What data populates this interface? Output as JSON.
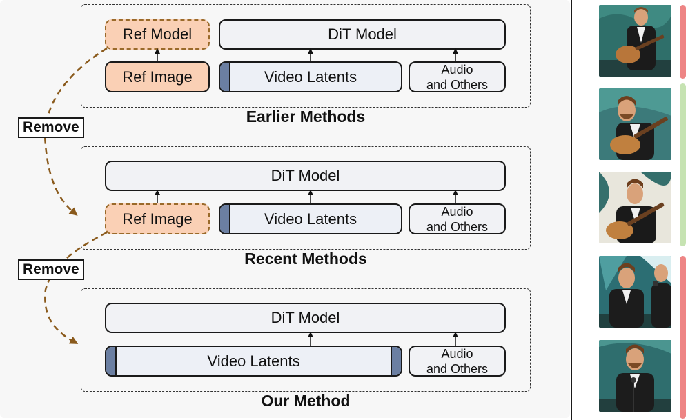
{
  "panels": {
    "earlier": {
      "ref_model": "Ref Model",
      "dit_model": "DiT Model",
      "ref_image": "Ref Image",
      "video_latents": "Video Latents",
      "audio_line1": "Audio",
      "audio_line2": "and Others",
      "caption": "Earlier Methods"
    },
    "recent": {
      "dit_model": "DiT Model",
      "ref_image": "Ref Image",
      "video_latents": "Video Latents",
      "audio_line1": "Audio",
      "audio_line2": "and Others",
      "caption": "Recent Methods"
    },
    "ours": {
      "dit_model": "DiT Model",
      "video_latents": "Video Latents",
      "audio_line1": "Audio",
      "audio_line2": "and Others",
      "caption": "Our Method"
    }
  },
  "remove_labels": [
    "Remove",
    "Remove"
  ],
  "colors": {
    "ref_fill": "#fad0b5",
    "remove_arrow": "#8a5a1c",
    "latent_cap": "#6b7fa2",
    "bar_bad": "#ee8585",
    "bar_good": "#c6e3b2"
  },
  "thumbnails": [
    {
      "group": "bad"
    },
    {
      "group": "good"
    },
    {
      "group": "good"
    },
    {
      "group": "bad"
    },
    {
      "group": "bad"
    }
  ]
}
